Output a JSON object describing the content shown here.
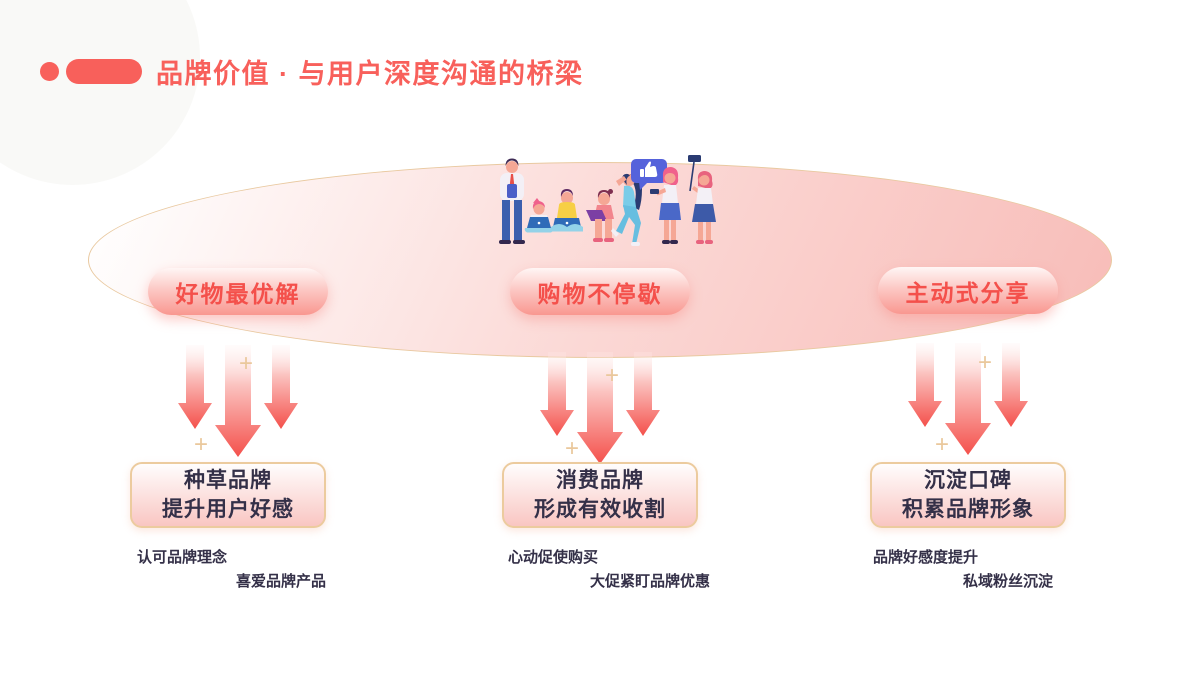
{
  "title": {
    "text": "品牌价值 · 与用户深度沟通的桥梁"
  },
  "colors": {
    "accent_red": "#F8605B",
    "pill_text_red": "#F4504B",
    "dark_text": "#343048",
    "gold_border": "#E9C9A0",
    "ellipse_pink": "#F8BEBA",
    "arrow_red": "#F4504B"
  },
  "illustration": {
    "label": "team-people-collaboration-illustration"
  },
  "decorations": {
    "plus_symbol": "+"
  },
  "columns": [
    {
      "pill_label": "好物最优解",
      "box_lines": [
        "种草品牌",
        "提升用户好感"
      ],
      "notes": [
        "认可品牌理念",
        "喜爱品牌产品"
      ]
    },
    {
      "pill_label": "购物不停歇",
      "box_lines": [
        "消费品牌",
        "形成有效收割"
      ],
      "notes": [
        "心动促使购买",
        "大促紧盯品牌优惠"
      ]
    },
    {
      "pill_label": "主动式分享",
      "box_lines": [
        "沉淀口碑",
        "积累品牌形象"
      ],
      "notes": [
        "品牌好感度提升",
        "私域粉丝沉淀"
      ]
    }
  ]
}
